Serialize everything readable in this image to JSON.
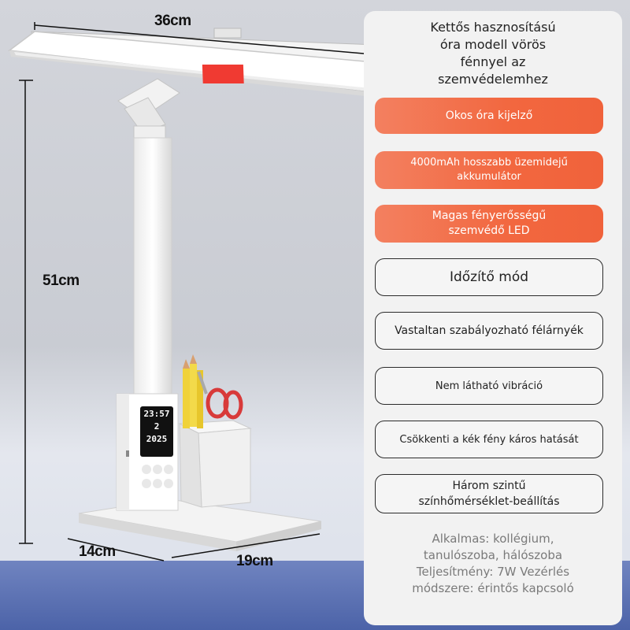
{
  "dimensions": {
    "width": "36cm",
    "height": "51cm",
    "depth": "14cm",
    "base_width": "19cm"
  },
  "clock": {
    "time": "23:57",
    "day": "2",
    "year": "2025"
  },
  "panel": {
    "title_lines": [
      "Kettős hasznosítású",
      "óra modell vörös",
      "fénnyel az",
      "szemvédelemhez"
    ],
    "features": [
      {
        "lines": [
          "Okos óra kijelző"
        ]
      },
      {
        "lines": [
          "4000mAh hosszabb üzemidejű",
          "akkumulátor"
        ]
      },
      {
        "lines": [
          "Magas fényerősségű",
          "szemvédő LED"
        ]
      },
      {
        "lines": [
          "Időzítő mód"
        ]
      },
      {
        "lines": [
          "Vastaltan szabályozható félárnyék"
        ]
      },
      {
        "lines": [
          "Nem látható vibráció"
        ]
      },
      {
        "lines": [
          "Csökkenti a kék fény káros hatását"
        ]
      },
      {
        "lines": [
          "Három szintű",
          "színhőmérséklet-beállítás"
        ]
      }
    ],
    "footer_lines": [
      "Alkalmas: kollégium,",
      "tanulószoba, hálószoba",
      "Teljesítmény: 7W Vezérlés",
      "módszere: érintős kapcsoló"
    ]
  },
  "colors": {
    "accent": "#f2673f",
    "red_light": "#f03a32",
    "blue_floor": "#5c73b6"
  }
}
